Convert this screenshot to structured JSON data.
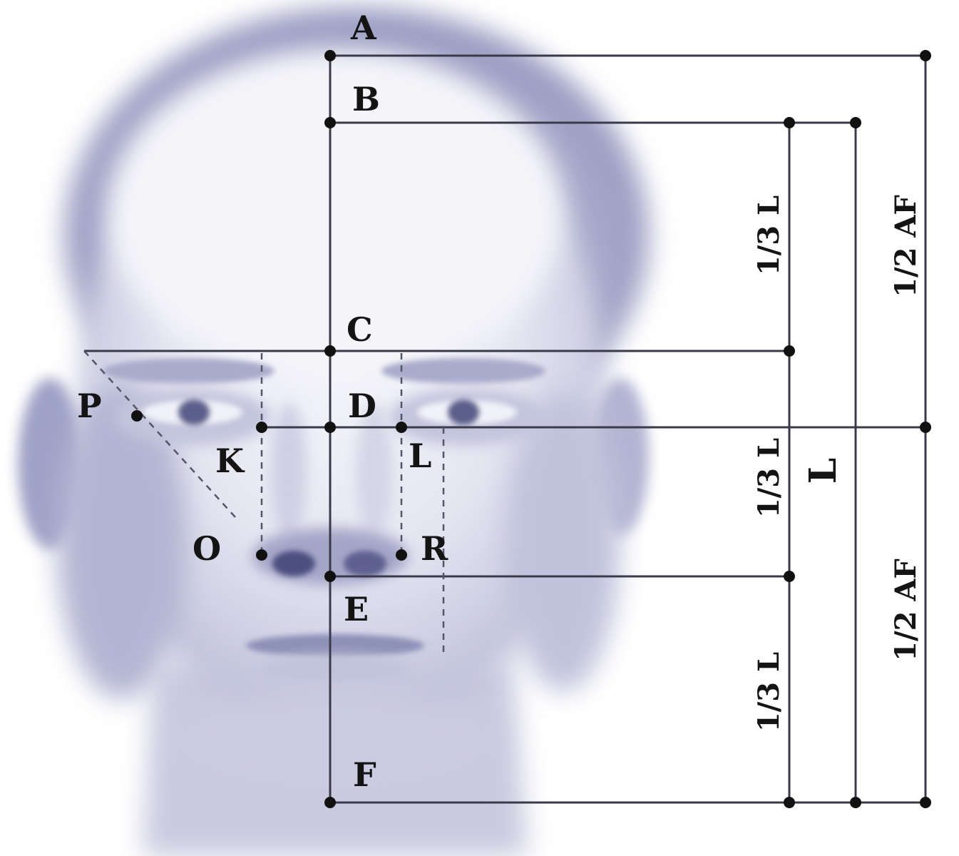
{
  "points": {
    "A": "A",
    "B": "B",
    "C": "C",
    "D": "D",
    "E": "E",
    "F": "F",
    "K": "K",
    "L": "L",
    "O": "O",
    "R": "R",
    "P": "P"
  },
  "ratios": {
    "third_upper": "1/3 L",
    "third_middle": "1/3 L",
    "third_lower": "1/3 L",
    "half_upper": "1/2 AF",
    "half_lower": "1/2 AF",
    "length": "L"
  },
  "colors": {
    "face_tint": "#8a8db8",
    "line": "#3a3a4a",
    "text": "#141414"
  }
}
